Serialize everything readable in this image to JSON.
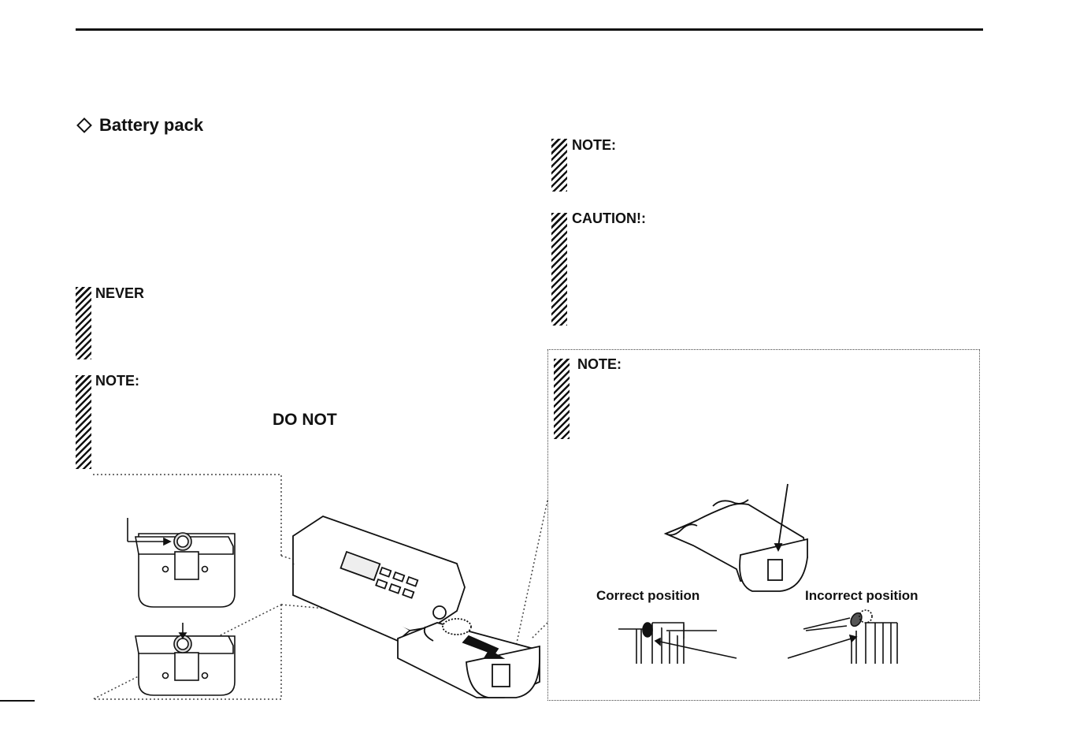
{
  "section": {
    "title": "Battery pack"
  },
  "left": {
    "never_label": "NEVER",
    "note_label": "NOTE:",
    "do_not_label": "DO NOT"
  },
  "right": {
    "note1_label": "NOTE:",
    "caution_label": "CAUTION!:",
    "note2_label": "NOTE:"
  },
  "figure": {
    "correct_caption": "Correct position",
    "incorrect_caption": "Incorrect position"
  }
}
